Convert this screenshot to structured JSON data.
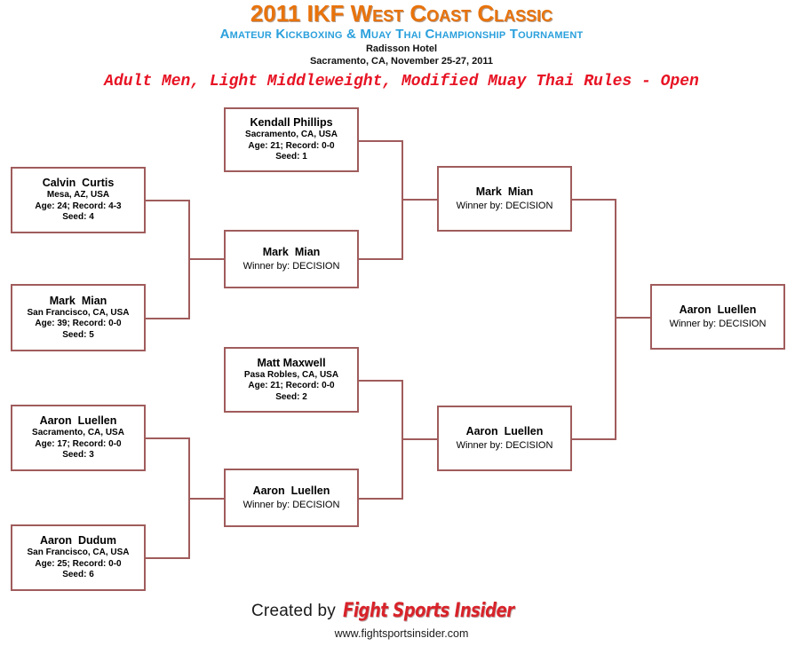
{
  "header": {
    "title_main": "2011 IKF West Coast Classic",
    "title_sub": "Amateur Kickboxing & Muay Thai Championship Tournament",
    "venue": "Radisson Hotel",
    "venue_date": "Sacramento, CA, November 25-27, 2011",
    "division": "Adult Men, Light Middleweight, Modified Muay Thai Rules - Open"
  },
  "colors": {
    "title_orange": "#E8730C",
    "subtitle_blue": "#2BA0DC",
    "division_red": "#E71324",
    "bracket_line": "#A05C5C",
    "logo_red": "#D8232A"
  },
  "bracket": {
    "round1": [
      {
        "name": "Kendall Phillips",
        "hometown": "Sacramento, CA, USA",
        "record": "Age: 21; Record: 0-0",
        "seed": "Seed: 1"
      },
      {
        "name": "Calvin  Curtis",
        "hometown": "Mesa, AZ, USA",
        "record": "Age: 24; Record: 4-3",
        "seed": "Seed: 4"
      },
      {
        "name": "Mark  Mian",
        "hometown": "San Francisco, CA, USA",
        "record": "Age: 39; Record: 0-0",
        "seed": "Seed: 5"
      },
      {
        "name": "Matt Maxwell",
        "hometown": "Pasa Robles, CA, USA",
        "record": "Age: 21; Record: 0-0",
        "seed": "Seed: 2"
      },
      {
        "name": "Aaron  Luellen",
        "hometown": "Sacramento, CA, USA",
        "record": "Age: 17; Record: 0-0",
        "seed": "Seed: 3"
      },
      {
        "name": "Aaron  Dudum",
        "hometown": "San Francisco, CA, USA",
        "record": "Age: 25; Record: 0-0",
        "seed": "Seed: 6"
      }
    ],
    "round2": [
      {
        "name": "Mark  Mian",
        "result": "Winner by: DECISION"
      },
      {
        "name": "Aaron  Luellen",
        "result": "Winner by: DECISION"
      }
    ],
    "round3": [
      {
        "name": "Mark  Mian",
        "result": "Winner by: DECISION"
      },
      {
        "name": "Aaron  Luellen",
        "result": "Winner by: DECISION"
      }
    ],
    "champion": {
      "name": "Aaron  Luellen",
      "result": "Winner by: DECISION"
    }
  },
  "footer": {
    "credit": "Created by",
    "logo": "Fight Sports Insider",
    "website": "www.fightsportsinsider.com"
  }
}
